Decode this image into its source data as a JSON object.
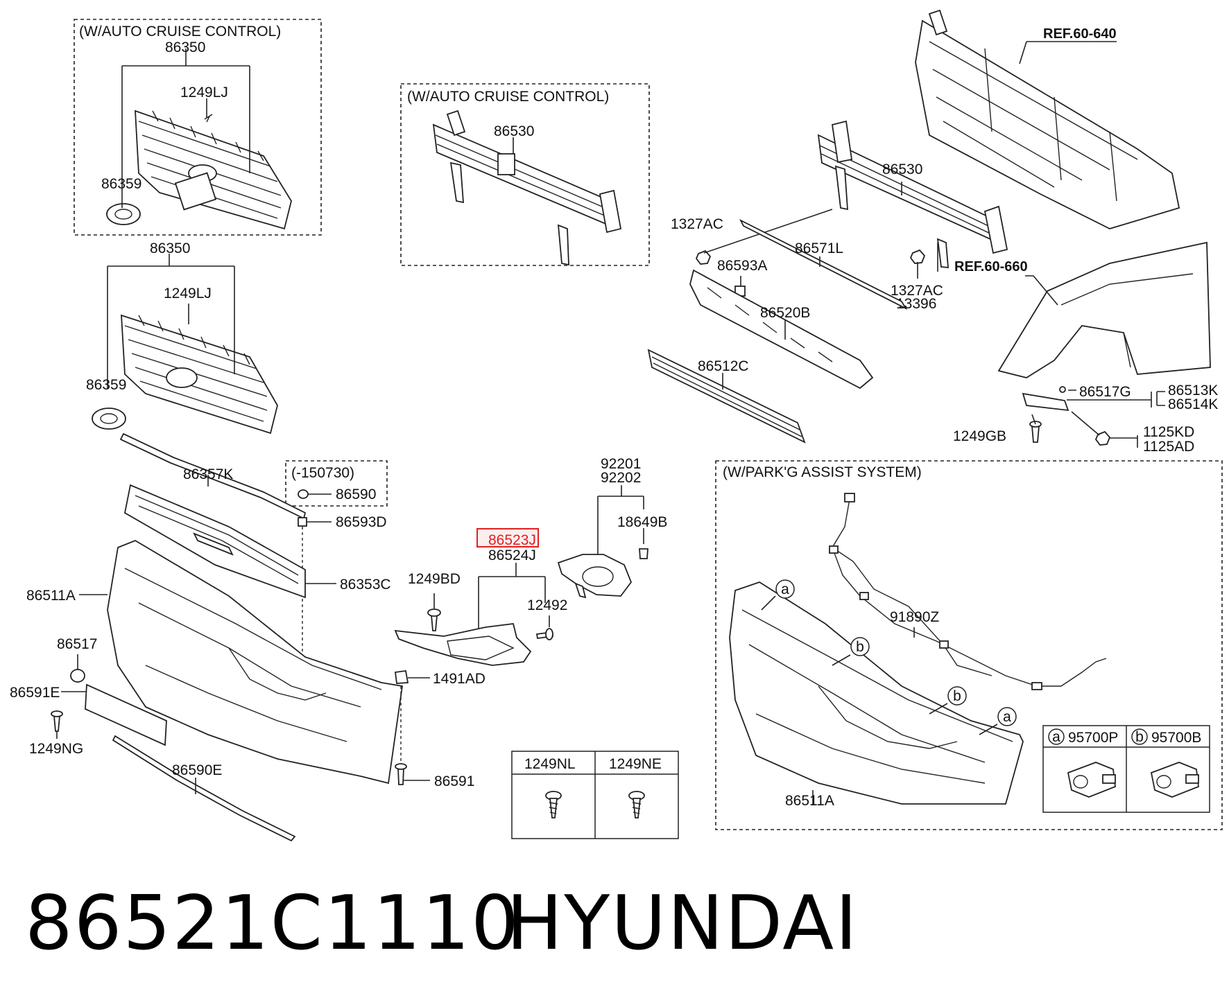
{
  "boxes": {
    "auto_cruise_grille": "(W/AUTO CRUISE CONTROL)",
    "auto_cruise_beam": "(W/AUTO CRUISE CONTROL)",
    "date_limit": "(-150730)",
    "park_assist": "(W/PARK'G ASSIST SYSTEM)"
  },
  "refs": {
    "ref_640": "REF.60-640",
    "ref_660": "REF.60-660"
  },
  "labels": {
    "l_86350_a": "86350",
    "l_1249LJ_a": "1249LJ",
    "l_86359_a": "86359",
    "l_86350_b": "86350",
    "l_1249LJ_b": "1249LJ",
    "l_86359_b": "86359",
    "l_86530_a": "86530",
    "l_86530_b": "86530",
    "l_1327AC_a": "1327AC",
    "l_86571L": "86571L",
    "l_86593A": "86593A",
    "l_1327AC_b": "1327AC",
    "l_13396": "13396",
    "l_86520B": "86520B",
    "l_86512C": "86512C",
    "l_86517G": "86517G",
    "l_86513K": "86513K",
    "l_86514K": "86514K",
    "l_1249GB": "1249GB",
    "l_1125KD": "1125KD",
    "l_1125AD": "1125AD",
    "l_86357K": "86357K",
    "l_86590": "86590",
    "l_86593D": "86593D",
    "l_86353C": "86353C",
    "l_86511A_a": "86511A",
    "l_86517": "86517",
    "l_86591E": "86591E",
    "l_1249NG": "1249NG",
    "l_86590E": "86590E",
    "l_86523J": "86523J",
    "l_86524J": "86524J",
    "l_1249BD": "1249BD",
    "l_12492": "12492",
    "l_1491AD": "1491AD",
    "l_86591": "86591",
    "l_92201": "92201",
    "l_92202": "92202",
    "l_18649B": "18649B",
    "l_91890Z": "91890Z",
    "l_86511A_b": "86511A"
  },
  "callouts": {
    "a": "a",
    "b": "b"
  },
  "fastener_table": {
    "col1": "1249NL",
    "col2": "1249NE"
  },
  "sensor_table": {
    "a_code": "95700P",
    "b_code": "95700B"
  },
  "title": {
    "part_number": "86521C1110",
    "brand": "HYUNDAI"
  }
}
